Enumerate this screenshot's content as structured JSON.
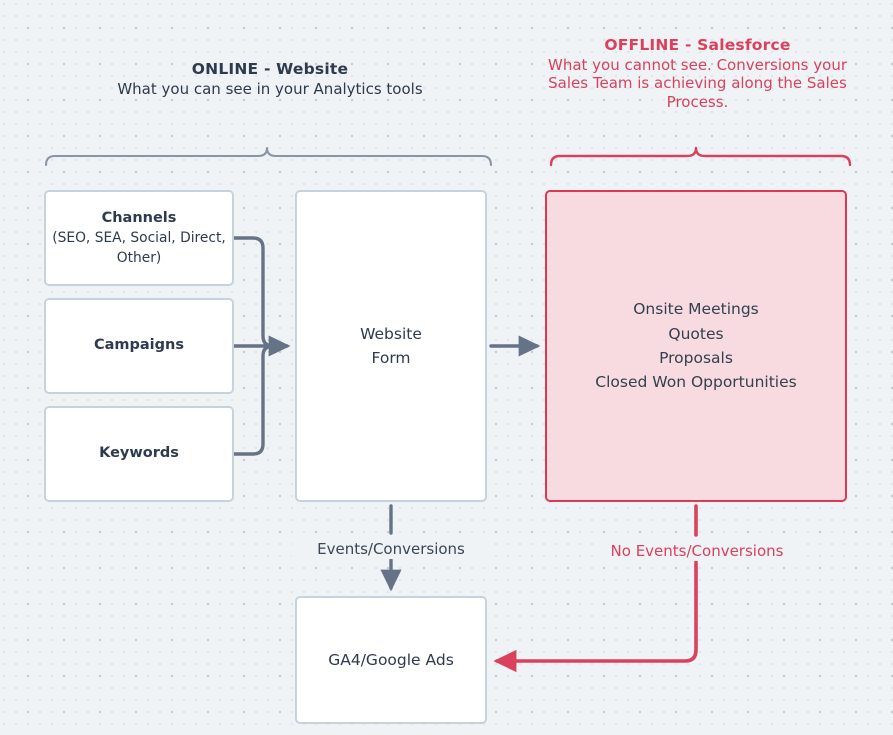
{
  "diagram": {
    "title_online": "ONLINE - Website",
    "subtitle_online": "What you can see in your Analytics tools",
    "title_offline": "OFFLINE - Salesforce",
    "subtitle_offline": "What you cannot see. Conversions your Sales Team is achieving along the Sales Process.",
    "boxes": {
      "channels": {
        "title": "Channels",
        "subtitle": "(SEO, SEA, Social, Direct, Other)"
      },
      "campaigns": {
        "title": "Campaigns"
      },
      "keywords": {
        "title": "Keywords"
      },
      "website_form": {
        "line1": "Website",
        "line2": "Form"
      },
      "salesforce": {
        "line1": "Onsite Meetings",
        "line2": "Quotes",
        "line3": "Proposals",
        "line4": "Closed Won Opportunities"
      },
      "ga4": {
        "title": "GA4/Google Ads"
      }
    },
    "edges": {
      "events_conversions": "Events/Conversions",
      "no_events_conversions": "No Events/Conversions"
    },
    "colors": {
      "background": "#eff3f6",
      "box_border": "#c6d2de",
      "box_fill": "#ffffff",
      "text_dark": "#2e3a4d",
      "accent_red": "#d9415c",
      "pink_fill": "#f7dbe0",
      "connector_gray": "#667386"
    }
  }
}
